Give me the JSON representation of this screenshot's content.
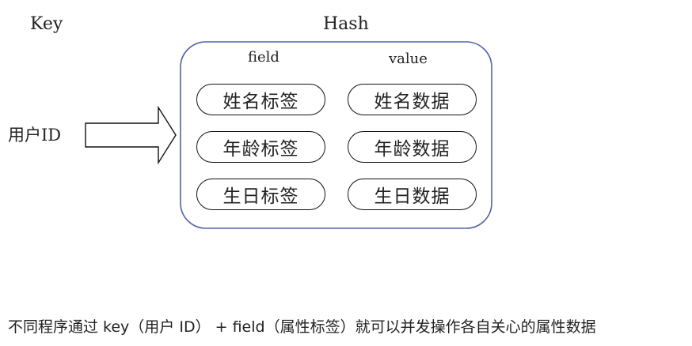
{
  "labels": {
    "key": "Key",
    "hash": "Hash",
    "user_id": "用户ID"
  },
  "columns": {
    "field": "field",
    "value": "value"
  },
  "fields": [
    "姓名标签",
    "年龄标签",
    "生日标签"
  ],
  "values": [
    "姓名数据",
    "年龄数据",
    "生日数据"
  ],
  "caption": "不同程序通过 key（用户 ID） + field（属性标签）就可以并发操作各自关心的属性数据",
  "colors": {
    "hash_border": "#5560a8",
    "pill_border": "#111111",
    "arrow_stroke": "#111111"
  }
}
